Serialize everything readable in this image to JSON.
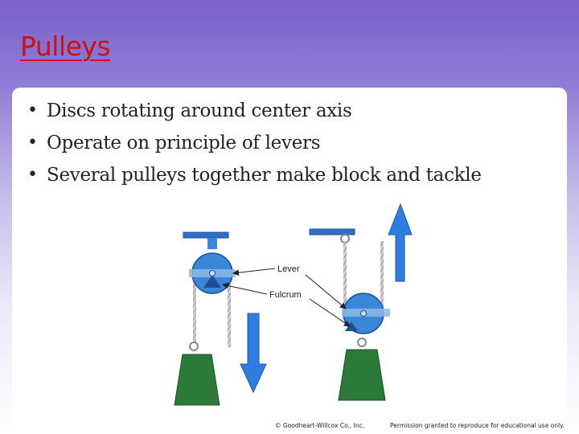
{
  "slide": {
    "title": "Pulleys",
    "bullets": [
      "Discs rotating around center axis",
      "Operate on principle of levers",
      "Several pulleys together make block and tackle"
    ]
  },
  "diagram": {
    "labels": {
      "lever": "Lever",
      "fulcrum": "Fulcrum"
    },
    "colors": {
      "pulley": "#3a86d9",
      "weight": "#2c7a3a",
      "beam": "#2f6fc4",
      "arrow": "#2f7de0"
    }
  },
  "footer": {
    "credit": "© Goodheart-Willcox Co., Inc.",
    "permission": "Permission granted to reproduce for educational use only."
  }
}
